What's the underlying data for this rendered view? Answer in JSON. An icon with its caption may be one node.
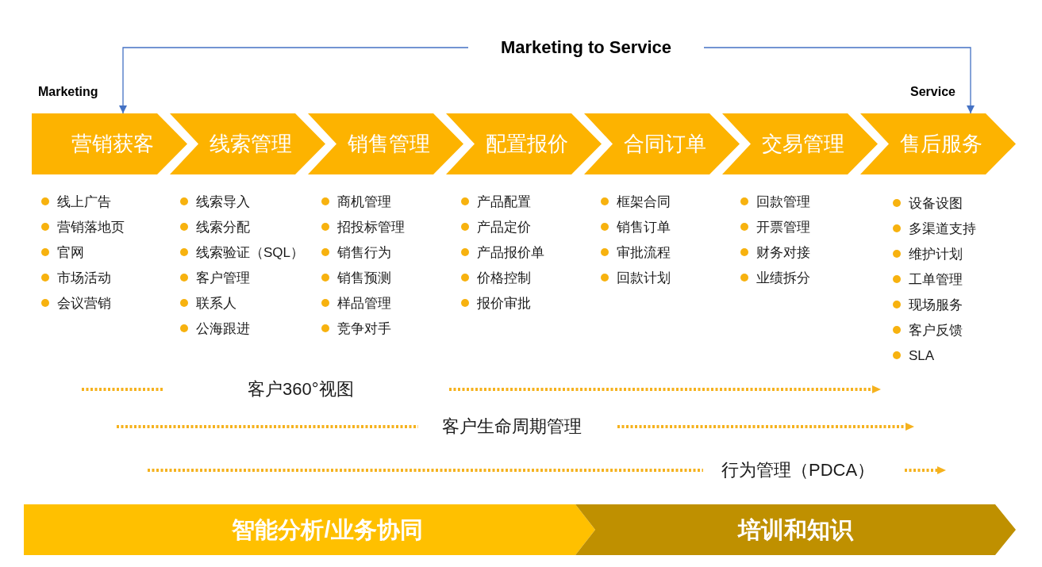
{
  "diagram": {
    "nodes": [
      {
        "text": [
          "Marketing to Service"
        ]
      },
      {
        "text": [
          "营销获客"
        ],
        "beside": [
          "线上广告",
          "营销落地页",
          "官网",
          "市场活动",
          "会议营销"
        ]
      },
      {
        "text": [
          "线索管理"
        ],
        "beside": [
          "线索导入",
          "线索分配",
          "线索验证（SQL）",
          "客户管理",
          "联系人",
          "公海跟进"
        ]
      },
      {
        "text": [
          "销售管理"
        ],
        "beside": [
          "商机管理",
          "招投标管理",
          "销售行为",
          "销售预测",
          "样品管理",
          "竞争对手"
        ]
      },
      {
        "text": [
          "配置报价"
        ],
        "beside": [
          "产品配置",
          "产品定价",
          "产品报价单",
          "价格控制",
          "报价审批"
        ]
      },
      {
        "text": [
          "合同订单"
        ],
        "beside": [
          "框架合同",
          "销售订单",
          "审批流程",
          "回款计划"
        ]
      },
      {
        "text": [
          "交易管理"
        ],
        "beside": [
          "回款管理",
          "开票管理",
          "财务对接",
          "业绩拆分"
        ]
      },
      {
        "text": [
          "售后服务"
        ],
        "beside": [
          "设备设图",
          "多渠道支持",
          "维护计划",
          "工单管理",
          "现场服务",
          "客户反馈",
          "SLA"
        ]
      },
      {
        "text": [
          "智能分析/业务协同"
        ]
      },
      {
        "text": [
          "培训和知识"
        ]
      }
    ],
    "edges": [
      {
        "from": 0,
        "to": 1,
        "arrow": "to"
      },
      {
        "from": 0,
        "to": 7,
        "arrow": "to"
      }
    ],
    "labels": [
      "Marketing",
      "Service",
      "客户360°视图",
      "客户生命周期管理",
      "行为管理（PDCA）"
    ]
  }
}
